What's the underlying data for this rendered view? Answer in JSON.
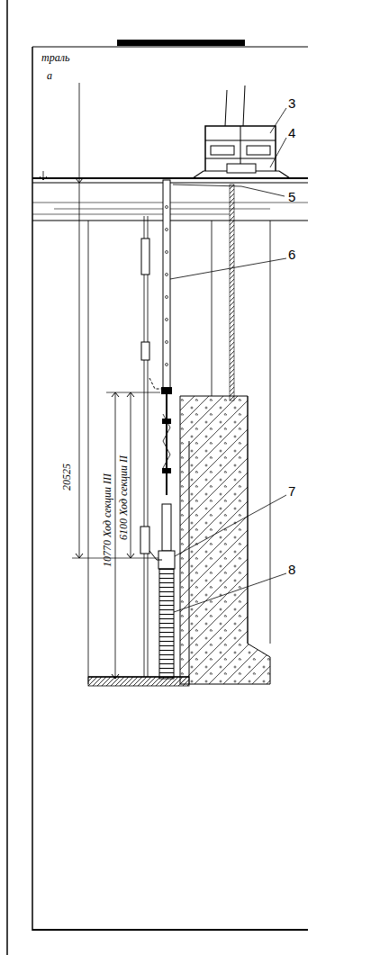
{
  "diagram": {
    "labels": [
      "3",
      "4",
      "5",
      "6",
      "7",
      "8",
      "20525",
      "10770 Ход секции III",
      "6100 Ход секции II",
      "траль",
      "а"
    ]
  }
}
